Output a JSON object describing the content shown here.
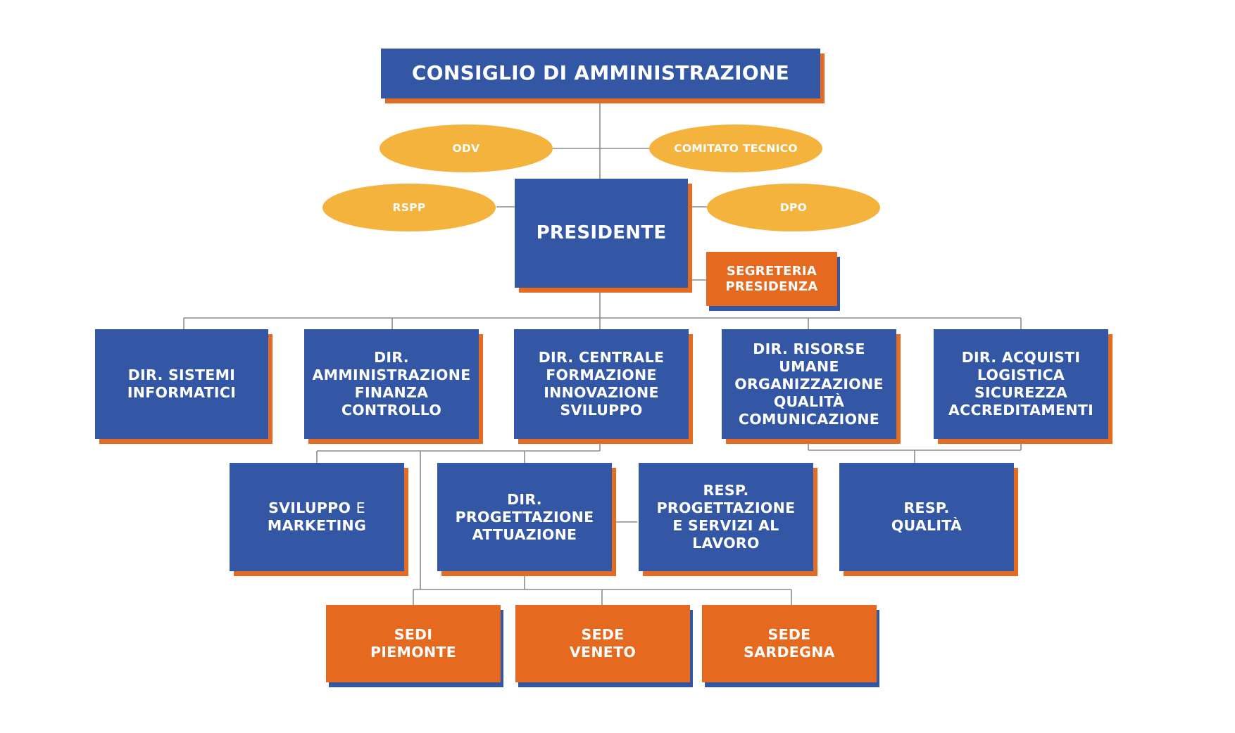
{
  "board": "CONSIGLIO DI AMMINISTRAZIONE",
  "committees": {
    "odv": "ODV",
    "comitato_tecnico": "COMITATO TECNICO",
    "rspp": "RSPP",
    "dpo": "DPO"
  },
  "presidente": "PRESIDENTE",
  "segreteria": "SEGRETERIA\nPRESIDENZA",
  "directorates": {
    "sistemi": "DIR. SISTEMI\nINFORMATICI",
    "amministrazione": "DIR. AMMINISTRAZIONE\nFINANZA\nCONTROLLO",
    "centrale": "DIR. CENTRALE\nFORMAZIONE\nINNOVAZIONE SVILUPPO",
    "risorse": "DIR. RISORSE UMANE\nORGANIZZAZIONE\nQUALITÀ\nCOMUNICAZIONE",
    "acquisti": "DIR. ACQUISTI\nLOGISTICA SICUREZZA\nACCREDITAMENTI"
  },
  "second_level": {
    "sviluppo_line1_a": "SVILUPPO",
    "sviluppo_line1_b": "E",
    "sviluppo_line2": "MARKETING",
    "progettazione": "DIR. PROGETTAZIONE\nATTUAZIONE",
    "resp_progettazione": "RESP. PROGETTAZIONE\nE SERVIZI AL LAVORO",
    "resp_qualita": "RESP.\nQUALITÀ"
  },
  "sedi": {
    "piemonte": "SEDI\nPIEMONTE",
    "veneto": "SEDE\nVENETO",
    "sardegna": "SEDE\nSARDEGNA"
  },
  "colors": {
    "blue": "#3356a5",
    "orange": "#e56a20",
    "yellow": "#f3b33d",
    "line": "#8c8c8c"
  }
}
